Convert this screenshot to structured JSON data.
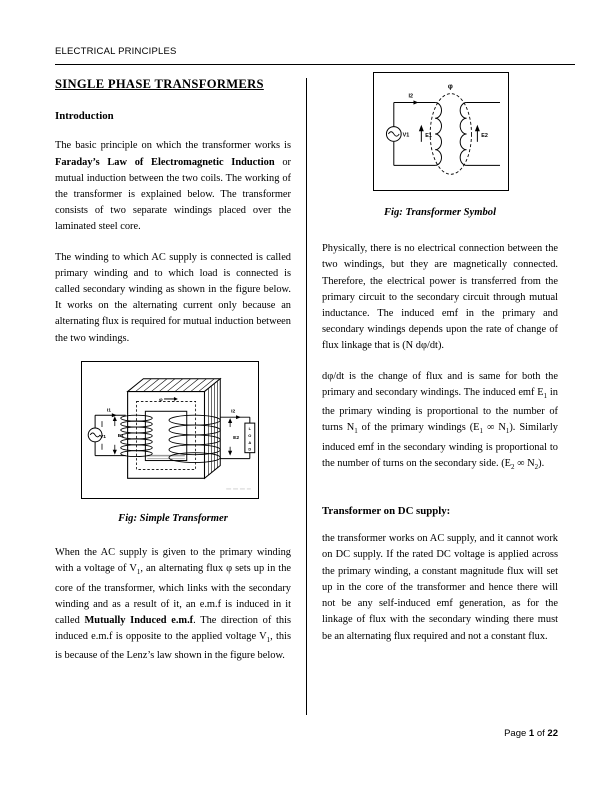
{
  "page": {
    "header": "ELECTRICAL PRINCIPLES",
    "footer": [
      {
        "t": "Page "
      },
      {
        "t": "1",
        "b": true
      },
      {
        "t": " of "
      },
      {
        "t": "22",
        "b": true
      }
    ]
  },
  "left_column": {
    "title": "SINGLE PHASE TRANSFORMERS",
    "intro_heading": "Introduction",
    "para1": [
      {
        "t": "The basic principle on which the transformer works is "
      },
      {
        "t": "Faraday’s Law of Electromagnetic Induction",
        "b": true
      },
      {
        "t": " or mutual induction between the two coils. The working of the transformer is explained below. The transformer consists of two separate windings placed over the laminated steel core."
      }
    ],
    "para2": [
      {
        "t": "The winding to which AC supply is connected is called primary winding and to which load is connected is called secondary winding as shown in the figure below. It works on the alternating current only because an alternating flux is required for mutual induction between the two windings."
      }
    ],
    "figure_simple": {
      "caption": "Fig: Simple Transformer",
      "labels": {
        "i1": "I1",
        "v1": "V1",
        "e1": "E1",
        "phi": "φ",
        "e2": "E2",
        "i2": "I2",
        "load_letters": [
          "L",
          "O",
          "A",
          "D"
        ]
      }
    },
    "para3": [
      {
        "t": "When the AC supply is given to the primary winding with a voltage of V"
      },
      {
        "t": "1",
        "sub": true
      },
      {
        "t": ", an alternating flux φ sets up in the core of the transformer, which links with the secondary winding and as a result of it, an e.m.f is induced in it called "
      },
      {
        "t": "Mutually Induced e.m.f",
        "b": true
      },
      {
        "t": ". The direction of this induced e.m.f is opposite to the applied voltage V"
      },
      {
        "t": "1",
        "sub": true
      },
      {
        "t": ", this is because of the Lenz’s law shown in the figure below."
      }
    ]
  },
  "right_column": {
    "figure_symbol": {
      "caption": "Fig: Transformer Symbol",
      "labels": {
        "i2": "I2",
        "v1": "V1",
        "e1": "E1",
        "e2": "E2",
        "phi": "φ"
      }
    },
    "para1": [
      {
        "t": "Physically, there is no electrical connection between the two windings, but they are magnetically connected. Therefore, the electrical power is transferred from the primary circuit to the secondary circuit through mutual inductance. The induced emf in the primary and secondary windings depends upon the rate of change of flux linkage that is (N dφ/dt)."
      }
    ],
    "para2": [
      {
        "t": "dφ/dt is the change of flux and is same for both the primary and secondary windings. The induced emf E"
      },
      {
        "t": "1",
        "sub": true
      },
      {
        "t": " in the primary winding is proportional to the number of turns N"
      },
      {
        "t": "1",
        "sub": true
      },
      {
        "t": " of the primary windings (E"
      },
      {
        "t": "1",
        "sub": true
      },
      {
        "t": " ∞ N"
      },
      {
        "t": "1",
        "sub": true
      },
      {
        "t": "). Similarly induced emf in the secondary winding is proportional to the number of turns on the secondary side. (E"
      },
      {
        "t": "2",
        "sub": true
      },
      {
        "t": " ∞ N"
      },
      {
        "t": "2",
        "sub": true
      },
      {
        "t": ")."
      }
    ],
    "dc_heading": "Transformer on DC supply:",
    "para3": [
      {
        "t": "the transformer works on AC supply, and it cannot work on DC supply. If the rated DC voltage is applied across the primary winding, a constant magnitude flux will set up in the core of the transformer and hence there will not be any self-induced emf generation, as for the linkage of flux with the secondary winding there must be an alternating flux required and not a constant flux."
      }
    ]
  }
}
